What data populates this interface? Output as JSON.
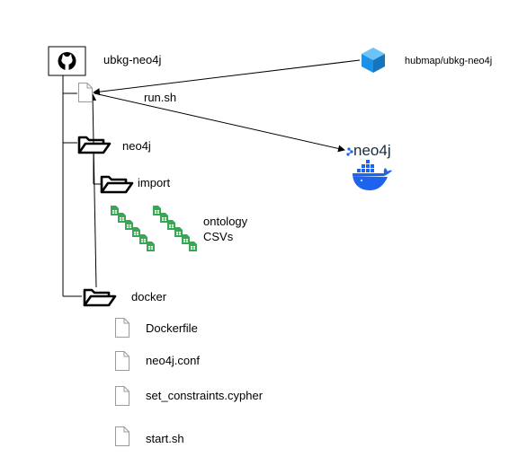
{
  "repo": {
    "name": "ubkg-neo4j",
    "icon": "github-icon"
  },
  "run_script": {
    "name": "run.sh",
    "icon": "file-icon"
  },
  "folders": {
    "neo4j": {
      "name": "neo4j",
      "icon": "folder-open-icon"
    },
    "import": {
      "name": "import",
      "icon": "folder-open-icon"
    },
    "docker": {
      "name": "docker",
      "icon": "folder-open-icon"
    }
  },
  "csv_group": {
    "label_line1": "ontology",
    "label_line2": "CSVs",
    "icon": "spreadsheet-icon"
  },
  "docker_files": [
    {
      "name": "Dockerfile",
      "icon": "file-icon"
    },
    {
      "name": "neo4j.conf",
      "icon": "file-icon"
    },
    {
      "name": "set_constraints.cypher",
      "icon": "file-icon"
    },
    {
      "name": "start.sh",
      "icon": "file-icon"
    }
  ],
  "docker_hub_image": {
    "name": "hubmap/ubkg-neo4j",
    "icon": "docker-hub-cube-icon"
  },
  "neo4j_container": {
    "logo_text": "neo4j",
    "icon": "docker-whale-icon"
  },
  "colors": {
    "line": "#000000",
    "sheet_green": "#34a853",
    "cube_blue": "#1d91e6",
    "whale_blue": "#1d63ed",
    "neo4j_text": "#1a2b3c"
  }
}
